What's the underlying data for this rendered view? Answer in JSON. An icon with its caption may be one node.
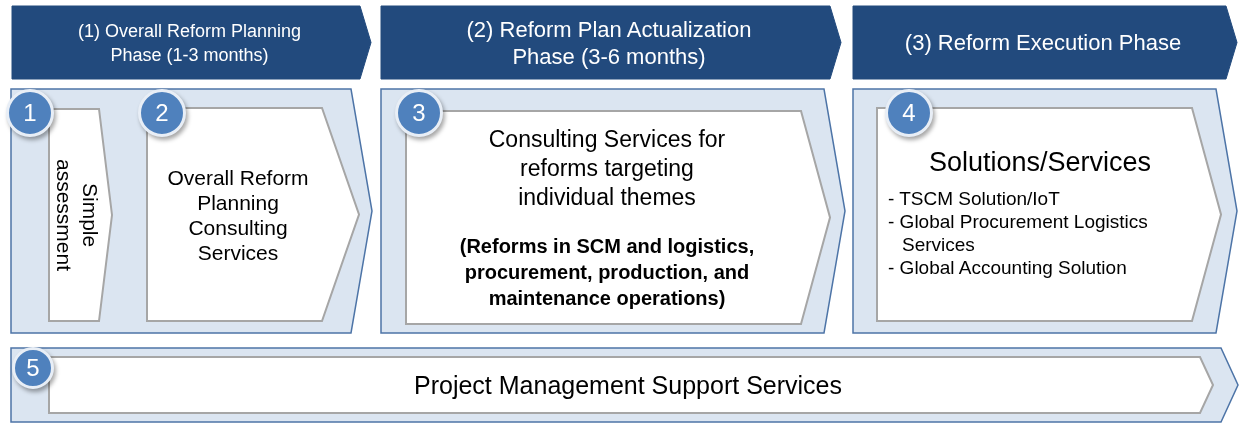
{
  "diagram": {
    "nodes": [
      {
        "text": [
          "(1) Overall Reform Planning Phase (1-3 months)"
        ]
      },
      {
        "text": [
          "(2) Reform Plan Actualization Phase (3-6 months)"
        ]
      },
      {
        "text": [
          "(3) Reform Execution Phase"
        ]
      },
      {
        "text": [],
        "shape": "chevron"
      },
      {
        "text": [
          "1"
        ],
        "in": 3
      },
      {
        "text": [
          "Simple assessment"
        ],
        "in": 3
      },
      {
        "text": [
          "2"
        ],
        "in": 3
      },
      {
        "text": [
          "Overall Reform Planning Consulting Services"
        ],
        "in": 3
      },
      {
        "text": [],
        "shape": "chevron"
      },
      {
        "text": [
          "3"
        ],
        "in": 8
      },
      {
        "text": [
          "Consulting Services for reforms targeting individual themes",
          "(Reforms in SCM and logistics, procurement, production, and maintenance operations)"
        ],
        "in": 8
      },
      {
        "text": [],
        "shape": "chevron"
      },
      {
        "text": [
          "4"
        ],
        "in": 11
      },
      {
        "text": [
          "Solutions/Services",
          "- TSCM Solution/IoT",
          "- Global Procurement Logistics Services",
          "- Global Accounting Solution"
        ],
        "in": 11
      },
      {
        "text": [],
        "shape": "chevron"
      },
      {
        "text": [
          "5"
        ],
        "in": 14
      },
      {
        "text": [
          "Project Management Support Services"
        ],
        "in": 14
      }
    ]
  }
}
